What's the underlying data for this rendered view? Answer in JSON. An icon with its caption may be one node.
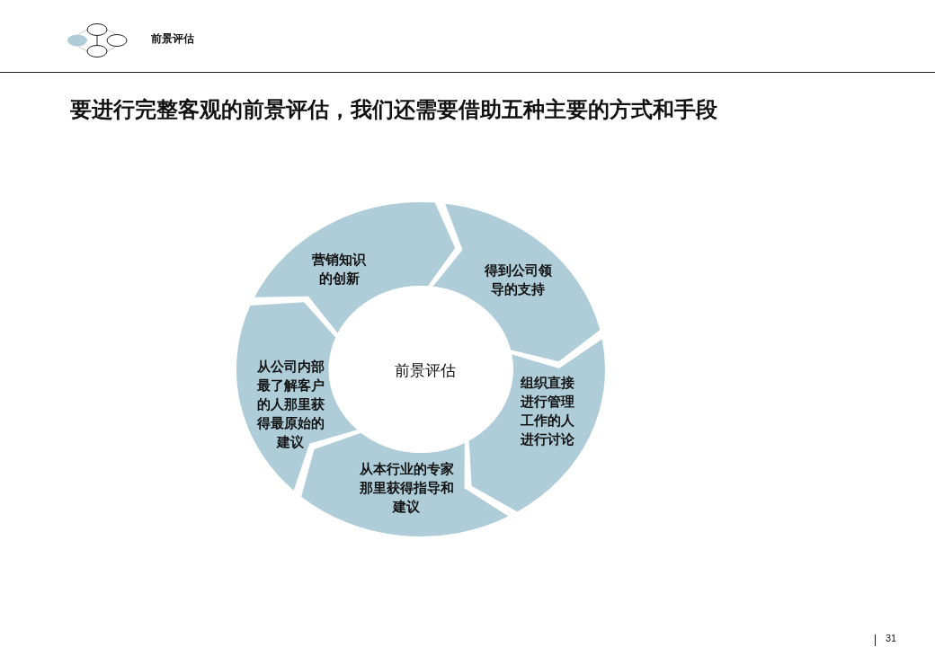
{
  "diagram": {
    "title": "要进行完整客观的前景评估，我们还需要借助五种主要的方式和手段",
    "nodes": [
      {
        "text": [
          "营销知识的创新"
        ]
      },
      {
        "text": [
          "得到公司领导的支持"
        ]
      },
      {
        "text": [
          "组织直接进行管理工作的人进行讨论"
        ]
      },
      {
        "text": [
          "从本行业的专家那里获得指导和建议"
        ]
      },
      {
        "text": [
          "从公司内部最了解客户的人那里获得最原始的建议"
        ]
      },
      {
        "text": [
          "前景评估"
        ]
      }
    ],
    "labels": [
      "前景评估",
      "31"
    ]
  }
}
